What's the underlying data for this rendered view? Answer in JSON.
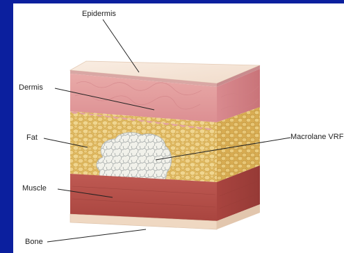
{
  "diagram": {
    "labels": {
      "epidermis": "Epidermis",
      "dermis": "Dermis",
      "fat": "Fat",
      "muscle": "Muscle",
      "bone": "Bone",
      "filler": "Macrolane VRF"
    },
    "colors": {
      "background": "#0b1f9e",
      "epidermis": "#f6e6d8",
      "dermis": "#e3a3a3",
      "fat": "#e8c879",
      "muscle": "#b5504a",
      "bone": "#efd8c2",
      "filler": "#ecece4"
    }
  }
}
